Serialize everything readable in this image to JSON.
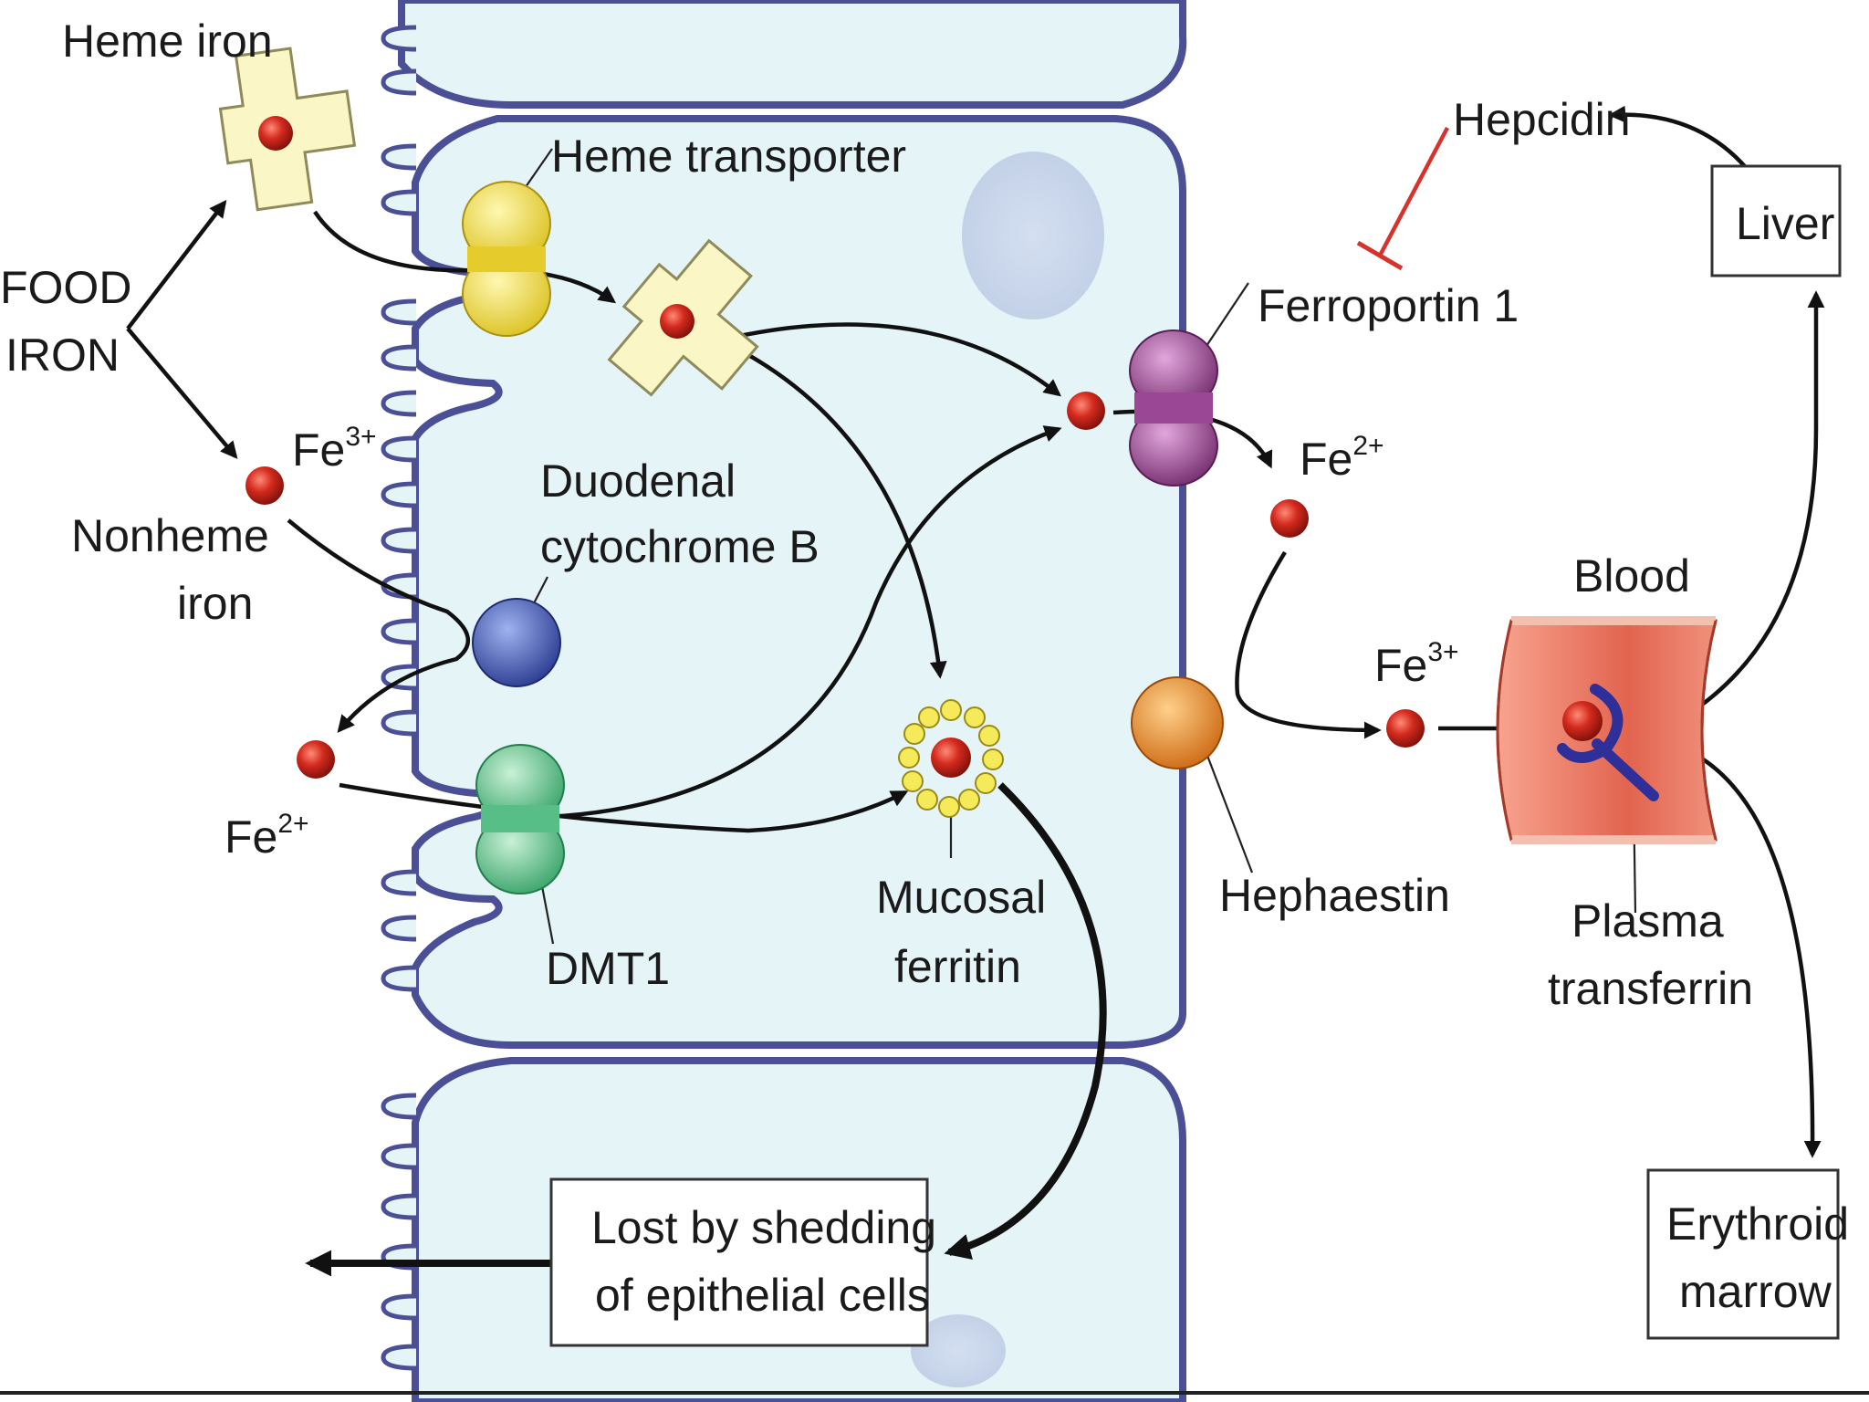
{
  "labels": {
    "heme_iron": "Heme iron",
    "heme_transporter": "Heme transporter",
    "food_iron_line1": "FOOD",
    "food_iron_line2": "IRON",
    "fe3_left_base": "Fe",
    "fe3_left_sup": "3+",
    "nonheme_line1": "Nonheme",
    "nonheme_line2": "iron",
    "duodenal_line1": "Duodenal",
    "duodenal_line2": "cytochrome B",
    "fe2_left_base": "Fe",
    "fe2_left_sup": "2+",
    "dmt1": "DMT1",
    "mucosal_line1": "Mucosal",
    "mucosal_line2": "ferritin",
    "ferroportin": "Ferroportin 1",
    "fe2_right_base": "Fe",
    "fe2_right_sup": "2+",
    "hephaestin": "Hephaestin",
    "fe3_right_base": "Fe",
    "fe3_right_sup": "3+",
    "blood": "Blood",
    "plasma_line1": "Plasma",
    "plasma_line2": "transferrin",
    "hepcidin": "Hepcidin",
    "liver": "Liver",
    "erythroid_line1": "Erythroid",
    "erythroid_line2": "marrow",
    "shedding_line1": "Lost by shedding",
    "shedding_line2": "of epithelial cells"
  },
  "colors": {
    "cell_fill": "#e4f4f7",
    "membrane": "#4a4f96",
    "iron": "#d42a1e",
    "heme_carrier": "#fbf6c6",
    "heme_transporter": "#f0dc3c",
    "dmt1": "#5fc68e",
    "cytochrome_b": "#3f57b5",
    "ferroportin": "#9a4796",
    "hephaestin": "#ee8b1f",
    "ferritin_ring": "#f4ea5a",
    "blood_vessel": "#e2644f",
    "transferrin": "#2e2f98",
    "inhibition": "#d8322c"
  }
}
